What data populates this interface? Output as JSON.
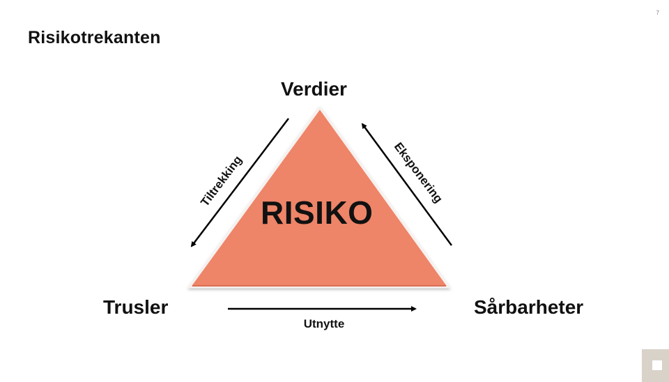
{
  "slide": {
    "page_number": "7",
    "title": "Risikotrekanten"
  },
  "diagram": {
    "center_label": "RISIKO",
    "triangle_fill": "#EE8468",
    "vertices": {
      "top": "Verdier",
      "bottom_left": "Trusler",
      "bottom_right": "Sårbarheter"
    },
    "edges": [
      {
        "label": "Tiltrekking",
        "from": "Verdier",
        "to": "Trusler"
      },
      {
        "label": "Eksponering",
        "from": "Sårbarheter",
        "to": "Verdier"
      },
      {
        "label": "Utnytte",
        "from": "Trusler",
        "to": "Sårbarheter"
      }
    ]
  },
  "nav": {
    "icon": "square-icon",
    "color": "#D8D2C8"
  }
}
